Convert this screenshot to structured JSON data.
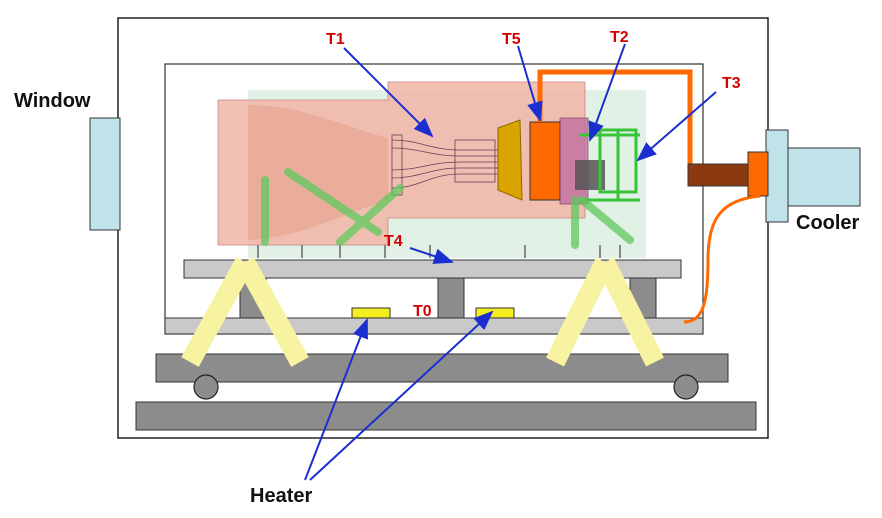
{
  "labels": {
    "window": "Window",
    "cooler": "Cooler",
    "heater": "Heater",
    "t0": "T0",
    "t1": "T1",
    "t2": "T2",
    "t3": "T3",
    "t4": "T4",
    "t5": "T5"
  },
  "colors": {
    "sensor_label": "#d40000",
    "arrow": "#1b2fd0",
    "chamber_fill": "#f2b6a8",
    "cooling_line": "#ff6a00",
    "heater": "#f5ee1e",
    "support_strut": "#f7f3a0",
    "window_port": "#bfe3e8",
    "rail": "#8c8c8c"
  }
}
